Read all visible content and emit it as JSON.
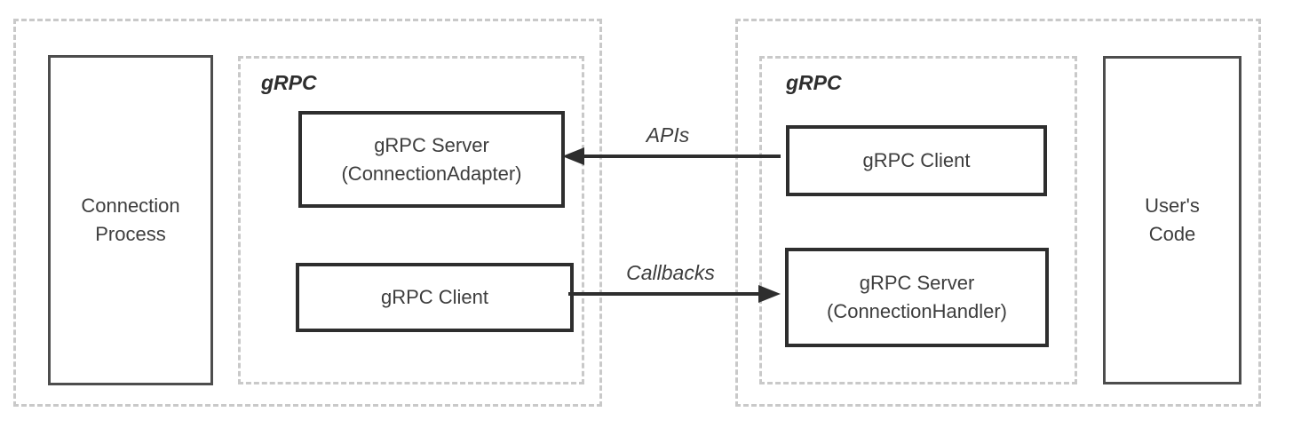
{
  "diagram": {
    "title_hint": "gRPC connection architecture diagram",
    "left_group": {
      "process_box": "Connection\nProcess",
      "grpc_container_label": "gRPC",
      "server_box": "gRPC Server\n(ConnectionAdapter)",
      "client_box": "gRPC Client"
    },
    "right_group": {
      "grpc_container_label": "gRPC",
      "client_box": "gRPC Client",
      "server_box": "gRPC Server\n(ConnectionHandler)",
      "user_code_box": "User's\nCode"
    },
    "arrows": {
      "apis_label": "APIs",
      "callbacks_label": "Callbacks"
    },
    "colors": {
      "background": "#ffffff",
      "dashed_border": "#c9c9c9",
      "inner_box_border": "#2e2e2e",
      "tall_box_border": "#4d4d4d",
      "text": "#3d3d3d",
      "arrow": "#2e2e2e"
    }
  }
}
